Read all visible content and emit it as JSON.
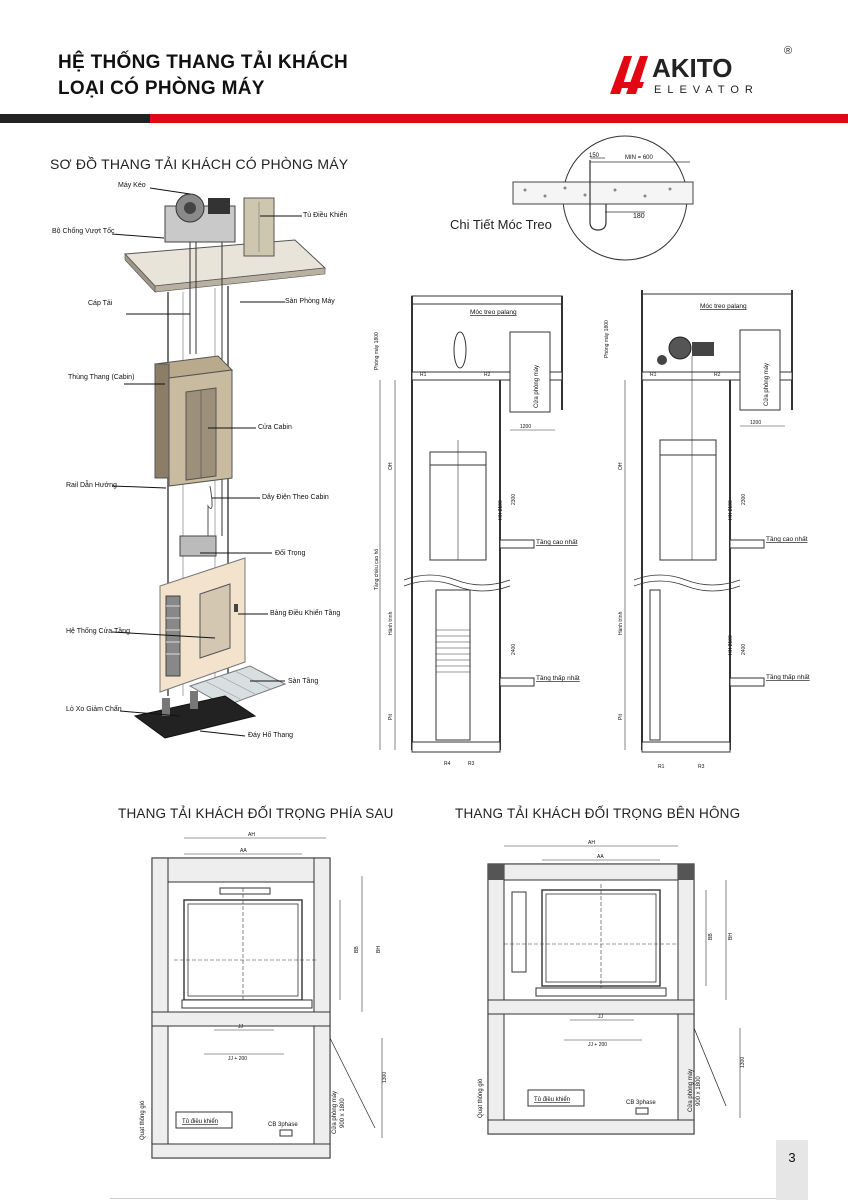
{
  "header": {
    "title_line1": "HỆ THỐNG THANG TẢI KHÁCH",
    "title_line2": "LOẠI CÓ PHÒNG MÁY",
    "logo_main": "AKITO",
    "logo_sub": "ELEVATOR",
    "logo_reg": "®"
  },
  "colors": {
    "accent": "#e30613",
    "dark": "#222222"
  },
  "isometric": {
    "title": "SƠ ĐỒ THANG TẢI KHÁCH CÓ PHÒNG MÁY",
    "labels": {
      "may_keo": "Máy Kéo",
      "tu_dieu_khien": "Tủ Điều Khiển",
      "bo_chong_vuot_toc": "Bộ Chống Vượt Tốc",
      "cap_tai": "Cáp Tải",
      "san_phong_may": "Sàn Phòng Máy",
      "thung_thang": "Thùng Thang (Cabin)",
      "cua_cabin": "Cửa Cabin",
      "rail_dan_huong": "Rail Dẫn Hướng",
      "day_dien": "Dây Điện Theo Cabin",
      "doi_trong": "Đối Trọng",
      "bang_dieu_khien": "Bảng Điều Khiển Tầng",
      "he_thong_cua_tang": "Hệ Thống Cửa Tầng",
      "san_tang": "Sàn Tầng",
      "lo_xo": "Lò Xo Giảm Chấn",
      "day_ho": "Đáy Hố Thang"
    }
  },
  "detail": {
    "title": "Chi Tiết Móc Treo",
    "dim_150": "150",
    "dim_min600": "MIN = 600",
    "dim_180": "180"
  },
  "sections": {
    "moc_treo": "Móc treo palang",
    "cua_phong_may": "Cửa phòng máy",
    "phong_may": "Phòng máy 1800",
    "tang_cao": "Tầng cao nhất",
    "tang_thap": "Tầng thấp nhất",
    "dim_1200": "1200",
    "oh": "OH",
    "hh2100": "HH 2100",
    "dim_2300": "2300",
    "dim_2400": "2400",
    "hanh_trinh": "Hành trình",
    "tang_chieu_cao": "Tầng chiều cao hố",
    "pit": "Pit",
    "r1": "R1",
    "r2": "R2",
    "r3": "R3",
    "r4": "R4"
  },
  "plans": {
    "left_title": "THANG TẢI KHÁCH ĐỐI TRỌNG PHÍA SAU",
    "right_title": "THANG TẢI KHÁCH ĐỐI TRỌNG BÊN HÔNG",
    "ah": "AH",
    "aa": "AA",
    "bb": "BB",
    "bh": "BH",
    "jj": "JJ",
    "jj200": "JJ + 200",
    "dim_1300": "1300",
    "quat": "Quạt thông gió",
    "tu_dieu_khien": "Tủ điều khiển",
    "cb": "CB 3phase",
    "cua_phong_may": "Cửa phòng máy",
    "cua_size": "900 x 1800"
  },
  "page": {
    "number": "3"
  }
}
